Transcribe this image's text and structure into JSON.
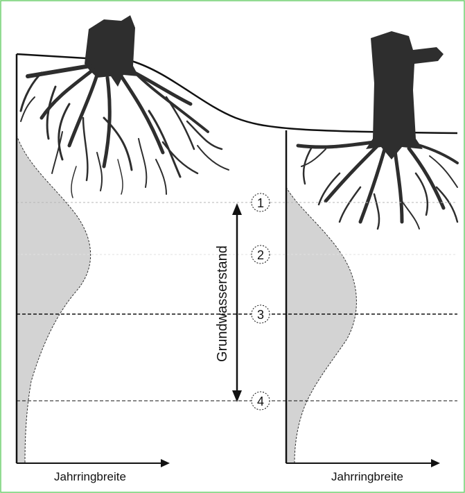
{
  "diagram": {
    "depth_axis_label": "Grundwasserstand",
    "left_axis_label": "Jahrringbreite",
    "right_axis_label": "Jahrringbreite",
    "markers": [
      {
        "id": "1",
        "label": "1"
      },
      {
        "id": "2",
        "label": "2"
      },
      {
        "id": "3",
        "label": "3"
      },
      {
        "id": "4",
        "label": "4"
      }
    ],
    "colors": {
      "frame": "#6fcf6f",
      "tree": "#2e2e2e",
      "curve_fill": "#d3d3d3",
      "line": "#111111",
      "dotted_line": "#b5b5b5"
    }
  }
}
